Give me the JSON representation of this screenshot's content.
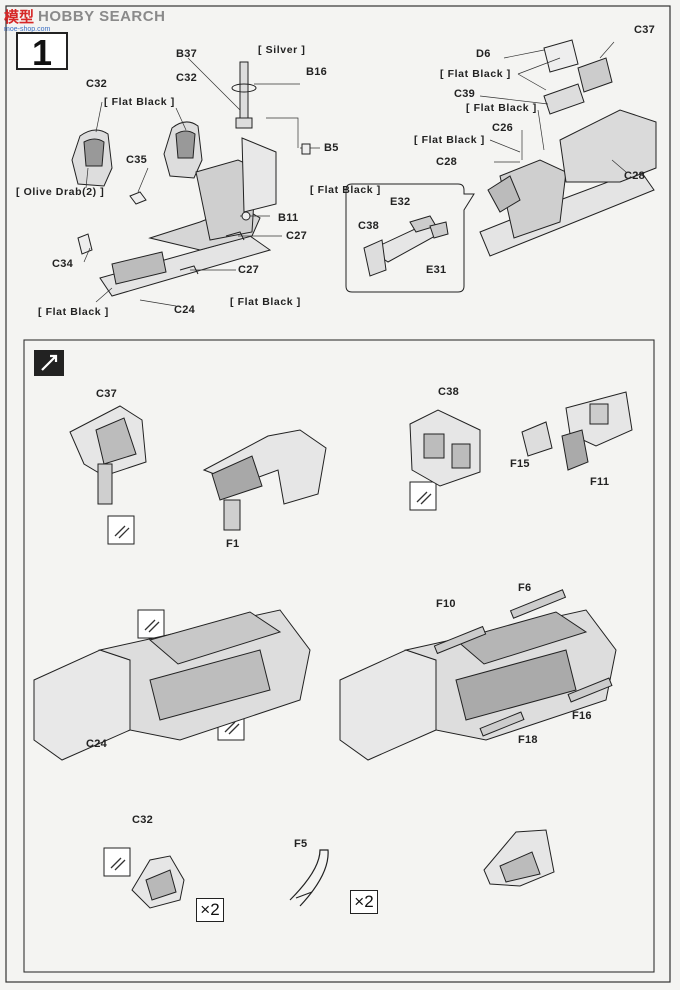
{
  "header": {
    "site_logo_chinese": "模型",
    "site_logo_text": "HOBBY SEARCH",
    "watermark": "moe-shop.com",
    "step_number": "1"
  },
  "top_panel": {
    "paint_silver": "[ Silver ]",
    "paint_flat_black_1": "[ Flat Black ]",
    "paint_olive_drab": "[ Olive Drab(2) ]",
    "paint_flat_black_2": "[ Flat Black ]",
    "paint_flat_black_3": "[ Flat Black ]",
    "paint_flat_black_4": "[ Flat Black ]",
    "paint_flat_black_5": "[ Flat Black ]",
    "paint_flat_black_6": "[ Flat Black ]",
    "paint_flat_black_7": "[ Flat Black ]",
    "part_b37": "B37",
    "part_b16": "B16",
    "part_c32_a": "C32",
    "part_c32_b": "C32",
    "part_b5": "B5",
    "part_c35": "C35",
    "part_b11": "B11",
    "part_c27_a": "C27",
    "part_c27_b": "C27",
    "part_c34": "C34",
    "part_c24": "C24",
    "part_d6": "D6",
    "part_c37": "C37",
    "part_c39": "C39",
    "part_c26": "C26",
    "part_c28_a": "C28",
    "part_c28_b": "C28",
    "part_e32": "E32",
    "part_c38": "C38",
    "part_e31": "E31"
  },
  "bottom_panel": {
    "part_c37": "C37",
    "part_f1": "F1",
    "part_c38": "C38",
    "part_f15": "F15",
    "part_f11": "F11",
    "part_c24": "C24",
    "part_f10": "F10",
    "part_f6": "F6",
    "part_f16": "F16",
    "part_f18": "F18",
    "part_c32": "C32",
    "part_f5": "F5",
    "multiplier_1": "×2",
    "multiplier_2": "×2"
  },
  "colors": {
    "ink": "#222222",
    "paper": "#f4f4f2",
    "logo_red": "#d62828",
    "logo_grey": "#8a8a8a"
  }
}
